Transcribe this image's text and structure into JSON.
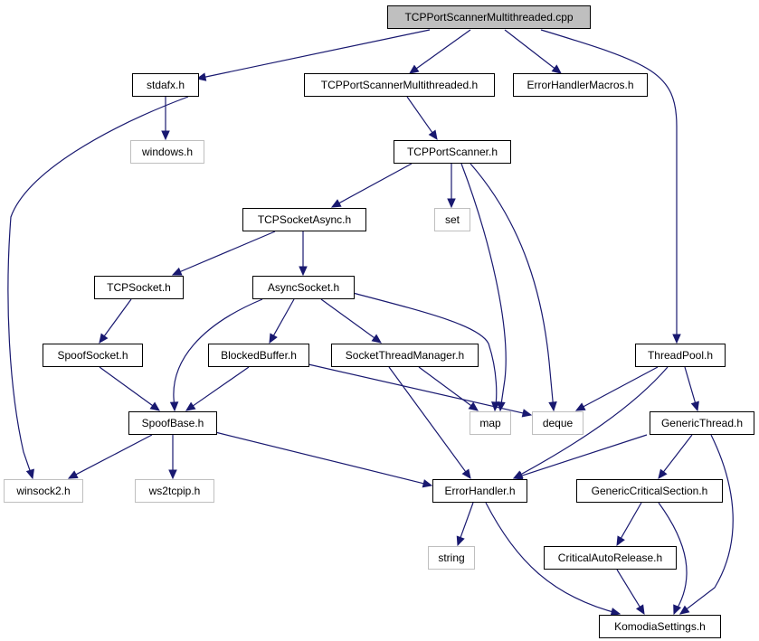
{
  "diagram": {
    "nodes": [
      {
        "id": "root",
        "label": "TCPPortScannerMultithreaded.cpp",
        "kind": "root"
      },
      {
        "id": "stdafx",
        "label": "stdafx.h",
        "kind": "file"
      },
      {
        "id": "tpsmh",
        "label": "TCPPortScannerMultithreaded.h",
        "kind": "file"
      },
      {
        "id": "ehm",
        "label": "ErrorHandlerMacros.h",
        "kind": "file"
      },
      {
        "id": "windows",
        "label": "windows.h",
        "kind": "external"
      },
      {
        "id": "tps",
        "label": "TCPPortScanner.h",
        "kind": "file"
      },
      {
        "id": "tsa",
        "label": "TCPSocketAsync.h",
        "kind": "file"
      },
      {
        "id": "set",
        "label": "set",
        "kind": "external"
      },
      {
        "id": "tcps",
        "label": "TCPSocket.h",
        "kind": "file"
      },
      {
        "id": "async",
        "label": "AsyncSocket.h",
        "kind": "file"
      },
      {
        "id": "spoofs",
        "label": "SpoofSocket.h",
        "kind": "file"
      },
      {
        "id": "blocked",
        "label": "BlockedBuffer.h",
        "kind": "file"
      },
      {
        "id": "stm",
        "label": "SocketThreadManager.h",
        "kind": "file"
      },
      {
        "id": "tp",
        "label": "ThreadPool.h",
        "kind": "file"
      },
      {
        "id": "spoofb",
        "label": "SpoofBase.h",
        "kind": "file"
      },
      {
        "id": "map",
        "label": "map",
        "kind": "external"
      },
      {
        "id": "deque",
        "label": "deque",
        "kind": "external"
      },
      {
        "id": "gt",
        "label": "GenericThread.h",
        "kind": "file"
      },
      {
        "id": "winsock",
        "label": "winsock2.h",
        "kind": "external"
      },
      {
        "id": "ws2",
        "label": "ws2tcpip.h",
        "kind": "external"
      },
      {
        "id": "eh",
        "label": "ErrorHandler.h",
        "kind": "file"
      },
      {
        "id": "gcs",
        "label": "GenericCriticalSection.h",
        "kind": "file"
      },
      {
        "id": "string",
        "label": "string",
        "kind": "external"
      },
      {
        "id": "car",
        "label": "CriticalAutoRelease.h",
        "kind": "file"
      },
      {
        "id": "ks",
        "label": "KomodiaSettings.h",
        "kind": "file"
      }
    ],
    "edges": [
      {
        "from": "root",
        "to": "stdafx"
      },
      {
        "from": "root",
        "to": "tpsmh"
      },
      {
        "from": "root",
        "to": "ehm"
      },
      {
        "from": "root",
        "to": "tp"
      },
      {
        "from": "stdafx",
        "to": "windows"
      },
      {
        "from": "stdafx",
        "to": "winsock"
      },
      {
        "from": "tpsmh",
        "to": "tps"
      },
      {
        "from": "tps",
        "to": "tsa"
      },
      {
        "from": "tps",
        "to": "set"
      },
      {
        "from": "tps",
        "to": "map"
      },
      {
        "from": "tps",
        "to": "deque"
      },
      {
        "from": "tsa",
        "to": "tcps"
      },
      {
        "from": "tsa",
        "to": "async"
      },
      {
        "from": "tcps",
        "to": "spoofs"
      },
      {
        "from": "spoofs",
        "to": "spoofb"
      },
      {
        "from": "async",
        "to": "spoofb"
      },
      {
        "from": "async",
        "to": "blocked"
      },
      {
        "from": "async",
        "to": "stm"
      },
      {
        "from": "async",
        "to": "map"
      },
      {
        "from": "blocked",
        "to": "spoofb"
      },
      {
        "from": "blocked",
        "to": "deque"
      },
      {
        "from": "stm",
        "to": "map"
      },
      {
        "from": "stm",
        "to": "eh"
      },
      {
        "from": "spoofb",
        "to": "winsock"
      },
      {
        "from": "spoofb",
        "to": "ws2"
      },
      {
        "from": "spoofb",
        "to": "eh"
      },
      {
        "from": "tp",
        "to": "deque"
      },
      {
        "from": "tp",
        "to": "gt"
      },
      {
        "from": "tp",
        "to": "eh"
      },
      {
        "from": "gt",
        "to": "eh"
      },
      {
        "from": "gt",
        "to": "gcs"
      },
      {
        "from": "gt",
        "to": "ks"
      },
      {
        "from": "eh",
        "to": "string"
      },
      {
        "from": "eh",
        "to": "ks"
      },
      {
        "from": "gcs",
        "to": "car"
      },
      {
        "from": "gcs",
        "to": "ks"
      },
      {
        "from": "car",
        "to": "ks"
      }
    ]
  },
  "colors": {
    "edge": "#191970",
    "root_fill": "#bfbfbf",
    "node_border": "#000000",
    "external_border": "#bfbfbf",
    "background": "#ffffff"
  }
}
